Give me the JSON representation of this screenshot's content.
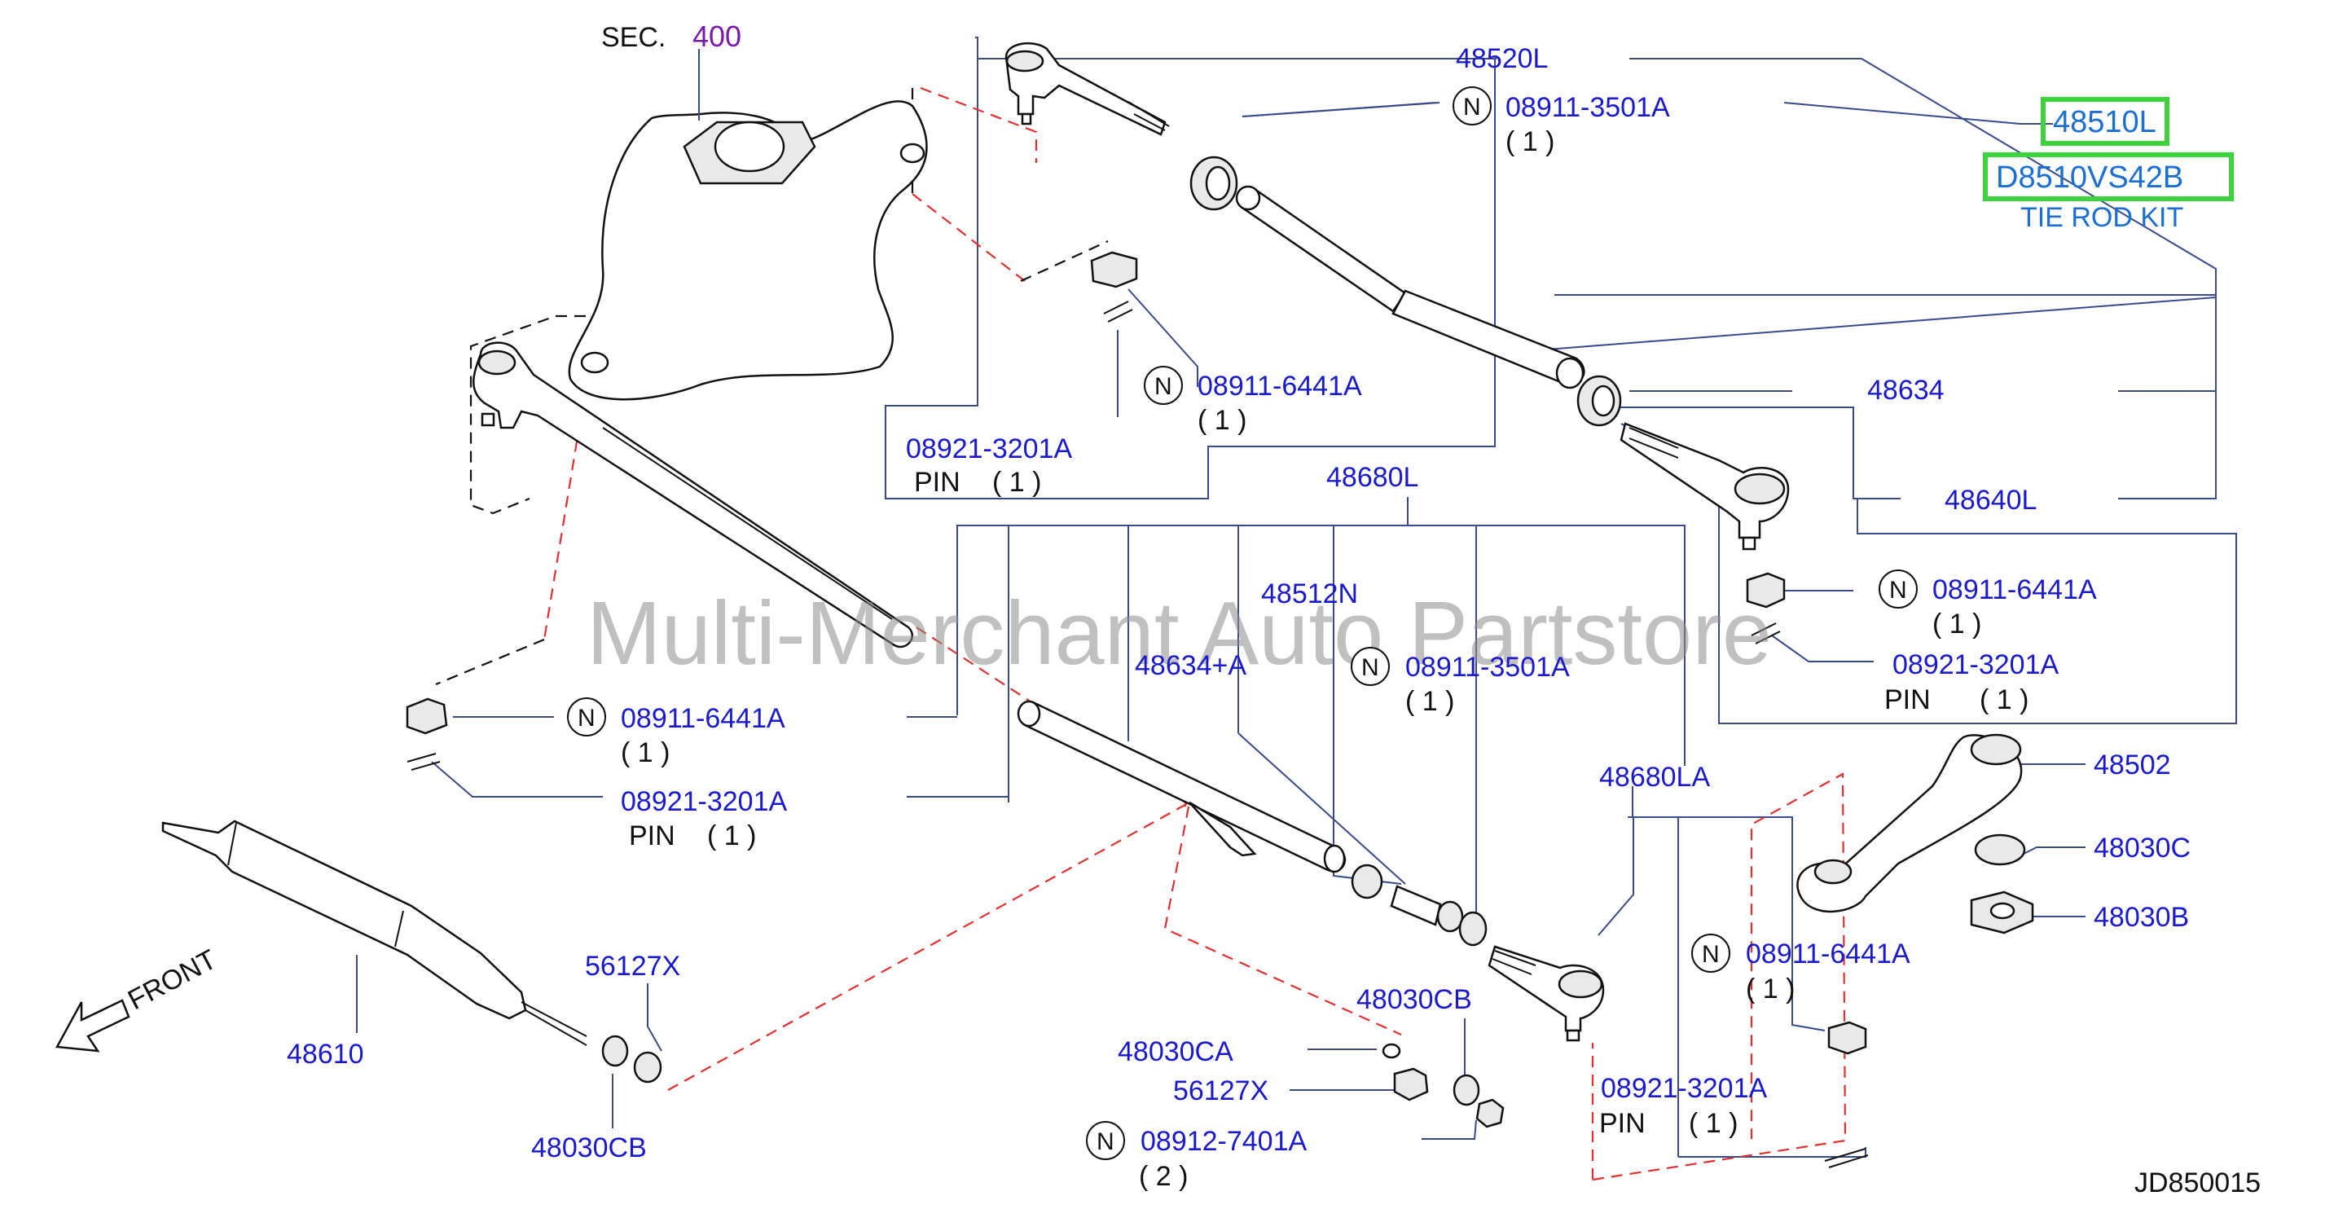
{
  "diagram": {
    "section": {
      "prefix": "SEC.",
      "number": "400"
    },
    "watermark": "Multi-Merchant Auto Partstore",
    "footer_code": "JD850015",
    "front_label": "FRONT",
    "highlight_color": "#3fd23f",
    "label_color": "#1a1acc",
    "kit": {
      "part_number": "48510L",
      "kit_code": "D8510VS42B",
      "kit_name": "TIE ROD KIT"
    },
    "labels": {
      "p48520L": "48520L",
      "p48634": "48634",
      "p48640L": "48640L",
      "p48680L": "48680L",
      "p48512N": "48512N",
      "p48634A": "48634+A",
      "p48680LA": "48680LA",
      "p48502": "48502",
      "p48030C": "48030C",
      "p48030B": "48030B",
      "p48610": "48610",
      "p56127X_a": "56127X",
      "p56127X_b": "56127X",
      "p48030CB_a": "48030CB",
      "p48030CB_b": "48030CB",
      "p48030CA": "48030CA"
    },
    "callouts": {
      "c1": {
        "badge": "N",
        "part": "08911-3501A",
        "qty": "( 1 )"
      },
      "c2": {
        "badge": "N",
        "part": "08911-6441A",
        "qty": "( 1 )"
      },
      "c3": {
        "part": "08921-3201A",
        "kind": "PIN",
        "qty": "( 1 )"
      },
      "c4": {
        "badge": "N",
        "part": "08911-6441A",
        "qty": "( 1 )"
      },
      "c5": {
        "part": "08921-3201A",
        "kind": "PIN",
        "qty": "( 1 )"
      },
      "c6": {
        "badge": "N",
        "part": "08911-3501A",
        "qty": "( 1 )"
      },
      "c7": {
        "badge": "N",
        "part": "08911-6441A",
        "qty": "( 1 )"
      },
      "c8": {
        "part": "08921-3201A",
        "kind": "PIN",
        "qty": "( 1 )"
      },
      "c9": {
        "badge": "N",
        "part": "08911-6441A",
        "qty": "( 1 )"
      },
      "c10": {
        "part": "08921-3201A",
        "kind": "PIN",
        "qty": "( 1 )"
      },
      "c11": {
        "badge": "N",
        "part": "08912-7401A",
        "qty": "( 2 )"
      }
    }
  }
}
